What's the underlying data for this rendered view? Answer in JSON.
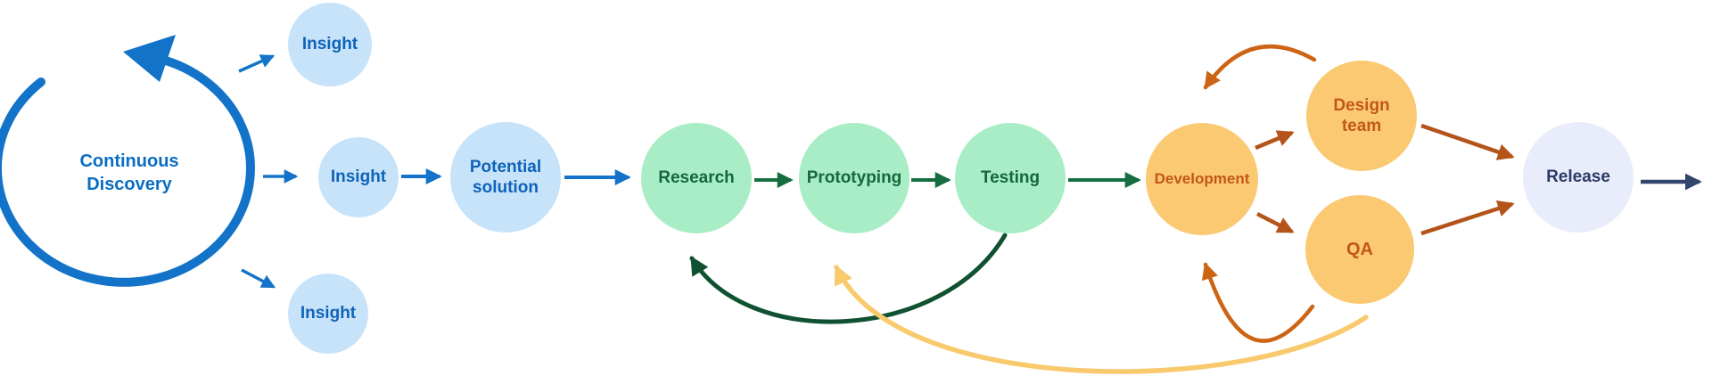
{
  "nodes": {
    "continuous_discovery": "Continuous Discovery",
    "insight_top": "Insight",
    "insight_middle": "Insight",
    "insight_bottom": "Insight",
    "potential_solution": "Potential solution",
    "research": "Research",
    "prototyping": "Prototyping",
    "testing": "Testing",
    "development": "Development",
    "design_team": "Design team",
    "qa": "QA",
    "release": "Release"
  },
  "colors": {
    "blue": "#1273c8",
    "blue-fill": "#c7e3fa",
    "blue-text": "#0f63b8",
    "cd-text": "#0a6dc2",
    "green-fill": "#a8edc5",
    "green-text": "#17673c",
    "green-arrow": "#156e40",
    "green-arc": "#0f5130",
    "orange-fill": "#fbc972",
    "orange-text": "#c2571a",
    "orange-arrow": "#cd6414",
    "rust-arrow": "#b4541a",
    "yellow-arc": "#f9c96d",
    "lavender-fill": "#e9ecfa",
    "navy-text": "#2b3a66",
    "navy-arrow": "#33466e",
    "background": "#ffffff"
  }
}
